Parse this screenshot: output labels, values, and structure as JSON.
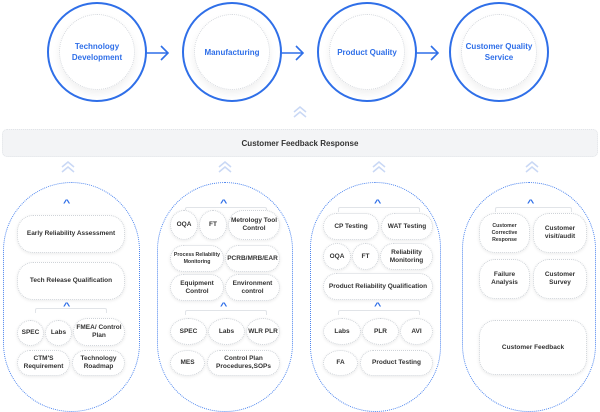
{
  "stages": [
    {
      "label": "Technology Development"
    },
    {
      "label": "Manufacturing"
    },
    {
      "label": "Product Quality"
    },
    {
      "label": "Customer Quality Service"
    }
  ],
  "feedback_bar": {
    "label": "Customer Feedback Response"
  },
  "colors": {
    "accent": "#2f6fe8",
    "bar_bg": "#f3f4f6"
  },
  "columns": [
    {
      "name": "technology-development",
      "items": [
        "Early Reliability Assessment",
        "Tech Release Qualification",
        "SPEC",
        "Labs",
        "FMEA/ Control Plan",
        "CTM'S Requirement",
        "Technology Roadmap"
      ]
    },
    {
      "name": "manufacturing",
      "items": [
        "OQA",
        "FT",
        "Metrology Tool Control",
        "Process Reliability Monitoring",
        "PCRB/MRB/EAR",
        "Equipment Control",
        "Environment control",
        "SPEC",
        "Labs",
        "WLR PLR",
        "MES",
        "Control Plan Procedures,SOPs"
      ]
    },
    {
      "name": "product-quality",
      "items": [
        "CP Testing",
        "WAT Testing",
        "OQA",
        "FT",
        "Reliability Monitoring",
        "Product Reliability Qualification",
        "Labs",
        "PLR",
        "AVI",
        "FA",
        "Product Testing"
      ]
    },
    {
      "name": "customer-quality-service",
      "items": [
        "Customer Corrective Response",
        "Customer visit/audit",
        "Failure Analysis",
        "Customer Survey",
        "Customer Feedback"
      ]
    }
  ]
}
